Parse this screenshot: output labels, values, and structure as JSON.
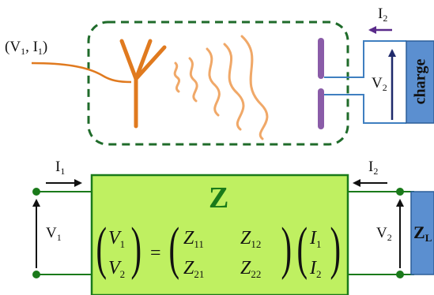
{
  "top": {
    "input_V": "V",
    "input_V_sub": "1",
    "input_I": "I",
    "input_I_sub": "1",
    "current_I": "I",
    "current_I_sub": "2",
    "voltage_V": "V",
    "voltage_V_sub": "2",
    "load_label": "charge"
  },
  "bottom": {
    "I1": "I",
    "I1_sub": "1",
    "I2": "I",
    "I2_sub": "2",
    "V1": "V",
    "V1_sub": "1",
    "V2": "V",
    "V2_sub": "2",
    "block_label": "Z",
    "load_label": "Z",
    "load_sub": "L",
    "matrix": {
      "lhs": [
        [
          "V",
          "1"
        ],
        [
          "V",
          "2"
        ]
      ],
      "Z": [
        [
          [
            "Z",
            "11"
          ],
          [
            "Z",
            "12"
          ]
        ],
        [
          [
            "Z",
            "21"
          ],
          [
            "Z",
            "22"
          ]
        ]
      ],
      "rhs": [
        [
          "I",
          "1"
        ],
        [
          "I",
          "2"
        ]
      ],
      "equals": "="
    }
  },
  "colors": {
    "antenna": "#e07a1f",
    "waves": "#f0a868",
    "dashed_box": "#1f6b2a",
    "electrode": "#8a5ca8",
    "wire_blue": "#3f7fc0",
    "load_fill": "#5b8fd0",
    "block_fill": "#bff061",
    "block_border": "#1a7a1a",
    "wire_green": "#1a7a1a",
    "block_label_color": "#1a7a1a",
    "arrow_navy": "#1f2a6b",
    "arrow_purple": "#5a2a8a"
  }
}
